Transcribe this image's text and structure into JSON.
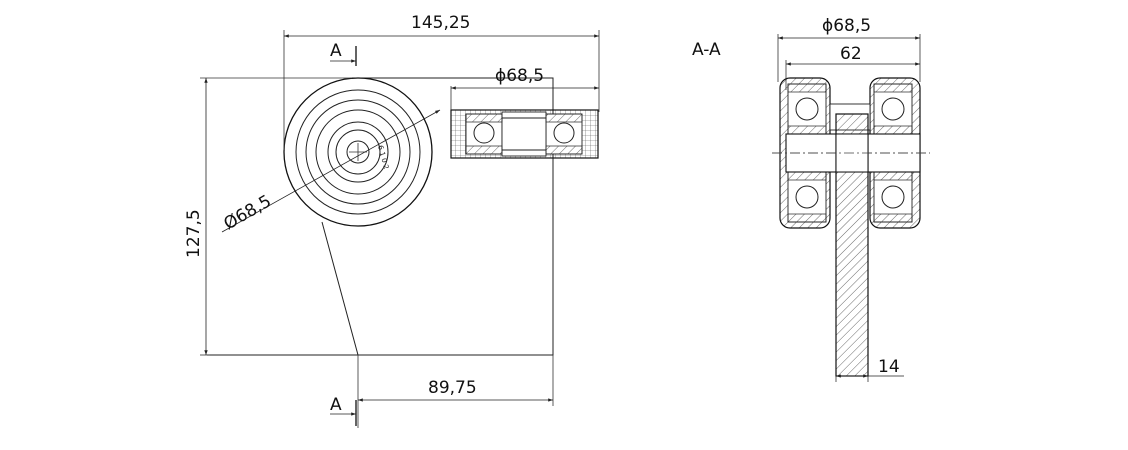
{
  "dimensions": {
    "width_total": "145,25",
    "height_total": "127,5",
    "diameter_front": "Ø68,5",
    "diameter_top": "ϕ68,5",
    "offset_bottom": "89,75",
    "section_diameter": "ϕ68,5",
    "section_width": "62",
    "plate_thickness": "14"
  },
  "section_marks": {
    "top_letter": "A",
    "bottom_letter": "A",
    "section_title": "A-A"
  },
  "bearing_text": "6 1 0 2"
}
